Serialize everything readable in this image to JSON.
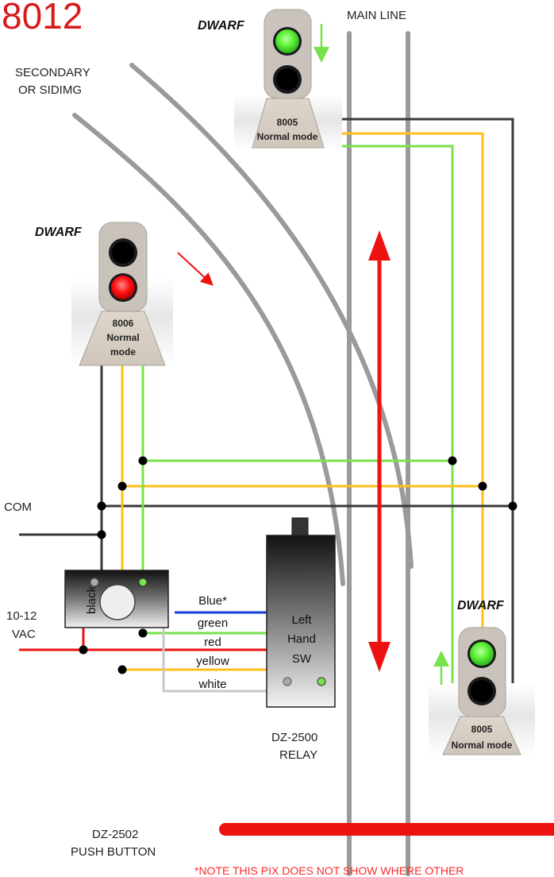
{
  "title": "8012",
  "labels": {
    "main_line": "MAIN LINE",
    "secondary_line1": "SECONDARY",
    "secondary_line2": "OR SIDIMG",
    "com": "COM",
    "vac_line1": "10-12",
    "vac_line2": "VAC",
    "black": "black",
    "relay_line1": "DZ-2500",
    "relay_line2": "RELAY",
    "button_line1": "DZ-2502",
    "button_line2": "PUSH BUTTON",
    "note": "*NOTE THIS PIX DOES NOT SHOW WHERE OTHER"
  },
  "signals": [
    {
      "dwarf": "DWARF",
      "number": "8005",
      "mode": "Normal mode",
      "top_lamp": "green",
      "bottom_lamp": "black"
    },
    {
      "dwarf": "DWARF",
      "number": "8006",
      "mode_line1": "Normal",
      "mode_line2": "mode",
      "top_lamp": "black",
      "bottom_lamp": "red"
    },
    {
      "dwarf": "DWARF",
      "number": "8005",
      "mode": "Normal mode",
      "top_lamp": "green",
      "bottom_lamp": "black"
    }
  ],
  "relay": {
    "line1": "Left",
    "line2": "Hand",
    "line3": "SW"
  },
  "wire_labels": [
    "Blue*",
    "green",
    "red",
    "yellow",
    "white"
  ],
  "colors": {
    "green": "#77e24a",
    "yellow": "#ffbf1a",
    "red": "#ee1111",
    "black": "#3a3a3a",
    "blue": "#1a3fd6",
    "white": "#c8c8c8",
    "track": "#9a9a9a"
  }
}
